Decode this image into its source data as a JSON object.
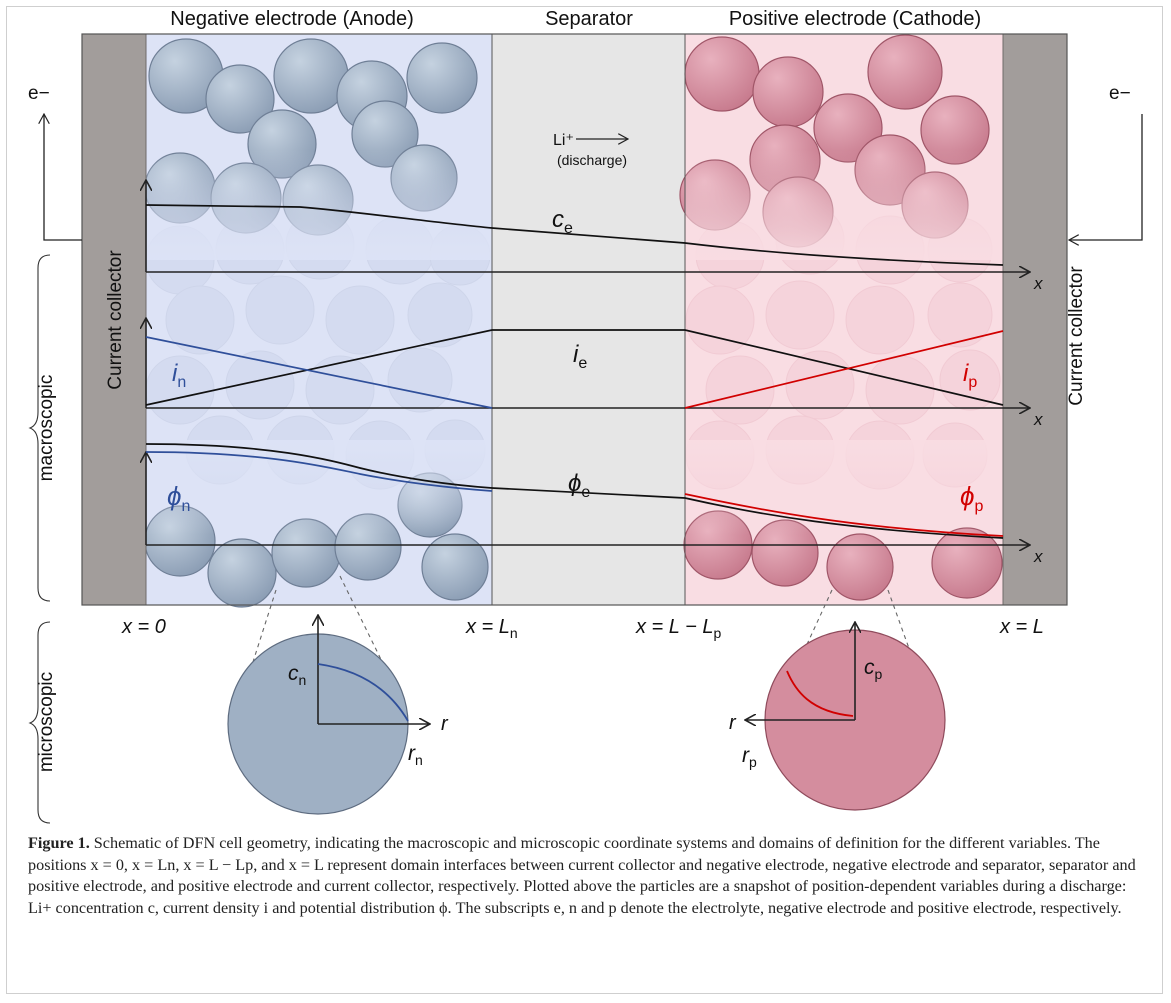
{
  "regions": {
    "anode_label": "Negative electrode (Anode)",
    "separator_label": "Separator",
    "cathode_label": "Positive electrode (Cathode)",
    "current_collector_label": "Current collector"
  },
  "electrons": {
    "left": "e−",
    "right": "e−"
  },
  "flow": {
    "ion": "Li⁺",
    "note": "(discharge)"
  },
  "scales": {
    "macroscopic": "macroscopic",
    "microscopic": "microscopic"
  },
  "variables": {
    "c_e": {
      "sym": "c",
      "sub": "e"
    },
    "i_e": {
      "sym": "i",
      "sub": "e"
    },
    "i_n": {
      "sym": "i",
      "sub": "n"
    },
    "i_p": {
      "sym": "i",
      "sub": "p"
    },
    "phi_e": {
      "sym": "ϕ",
      "sub": "e"
    },
    "phi_n": {
      "sym": "ϕ",
      "sub": "n"
    },
    "phi_p": {
      "sym": "ϕ",
      "sub": "p"
    },
    "c_n": {
      "sym": "c",
      "sub": "n"
    },
    "c_p": {
      "sym": "c",
      "sub": "p"
    },
    "r_n": {
      "sym": "r",
      "sub": "n"
    },
    "r_p": {
      "sym": "r",
      "sub": "p"
    },
    "r_axis": "r",
    "x_axis": "x"
  },
  "positions": {
    "x0": "x = 0",
    "xLn": {
      "pre": "x = L",
      "sub": "n"
    },
    "xLLp": {
      "pre": "x = L − L",
      "sub": "p"
    },
    "xL": "x = L"
  },
  "colors": {
    "anode_bg": "#dde3f6",
    "separator_bg": "#e6e6e6",
    "cathode_bg": "#f9dde3",
    "collector": "#a29d9b",
    "anode_particle": "#9fb0c4",
    "cathode_particle": "#d58e9f",
    "blue_curve": "#2f4f9a",
    "red_curve": "#d10000"
  },
  "caption": {
    "label": "Figure 1.",
    "text": " Schematic of DFN cell geometry, indicating the macroscopic and microscopic coordinate systems and domains of definition for the different variables. The positions x = 0, x = Ln, x = L − Lp, and x = L represent domain interfaces between current collector and negative electrode, negative electrode and separator, separator and positive electrode, and positive electrode and current collector, respectively. Plotted above the particles are a snapshot of position-dependent variables during a discharge: Li+ concentration c, current density i and potential distribution ϕ. The subscripts e, n and p denote the electrolyte, negative electrode and positive electrode, respectively."
  }
}
